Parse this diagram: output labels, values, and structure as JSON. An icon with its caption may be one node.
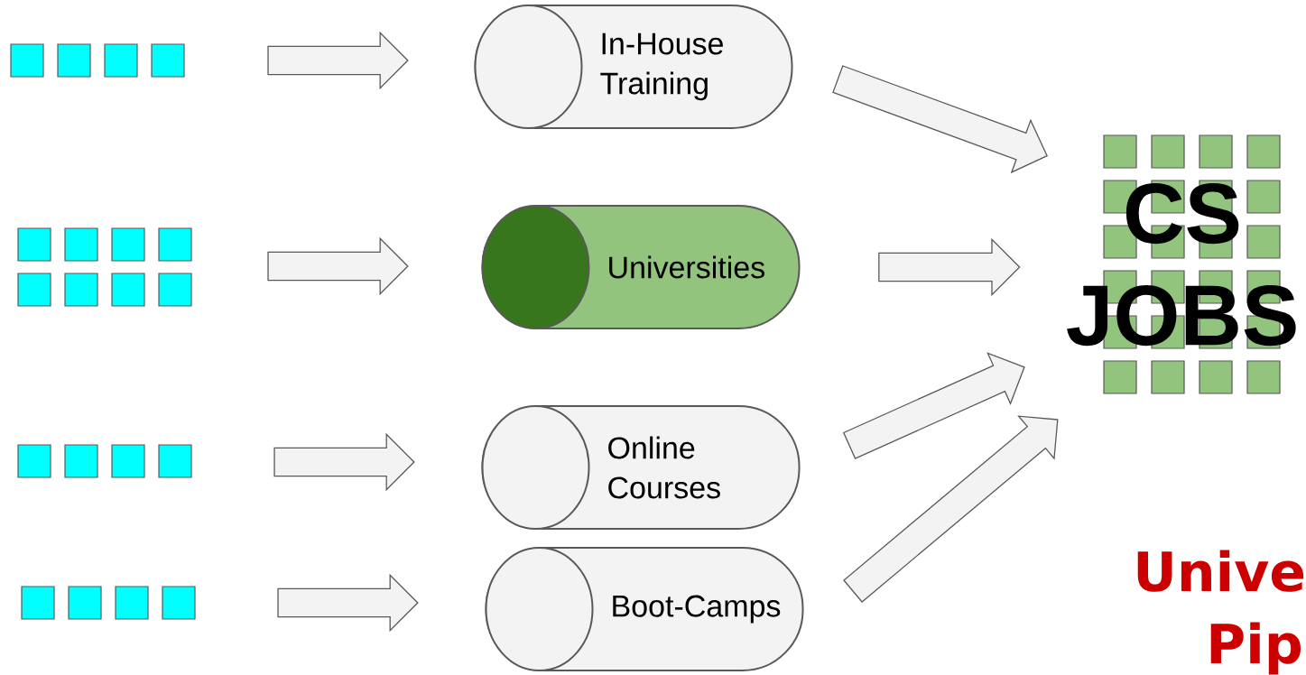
{
  "diagram": {
    "nodes": [
      {
        "text": [],
        "shape": "box"
      },
      {
        "text": [],
        "shape": "box"
      },
      {
        "text": [],
        "shape": "box"
      },
      {
        "text": [],
        "shape": "box"
      },
      {
        "text": [
          "In-House Training"
        ]
      },
      {
        "text": [
          "Universities"
        ]
      },
      {
        "text": [
          "Online Courses"
        ]
      },
      {
        "text": [
          "Boot-Camps"
        ]
      },
      {
        "text": [
          "CS JOBS"
        ]
      }
    ],
    "edges": [
      {
        "from": 0,
        "to": 4,
        "arrow": "to"
      },
      {
        "from": 1,
        "to": 5,
        "arrow": "to"
      },
      {
        "from": 2,
        "to": 6,
        "arrow": "to"
      },
      {
        "from": 3,
        "to": 7,
        "arrow": "to"
      },
      {
        "from": 4,
        "to": 8,
        "arrow": "to"
      },
      {
        "from": 5,
        "to": 8,
        "arrow": "to"
      },
      {
        "from": 6,
        "to": 8,
        "arrow": "to"
      },
      {
        "from": 7,
        "to": 8,
        "arrow": "to"
      }
    ],
    "labels": [
      "Unive",
      "Pip"
    ]
  }
}
